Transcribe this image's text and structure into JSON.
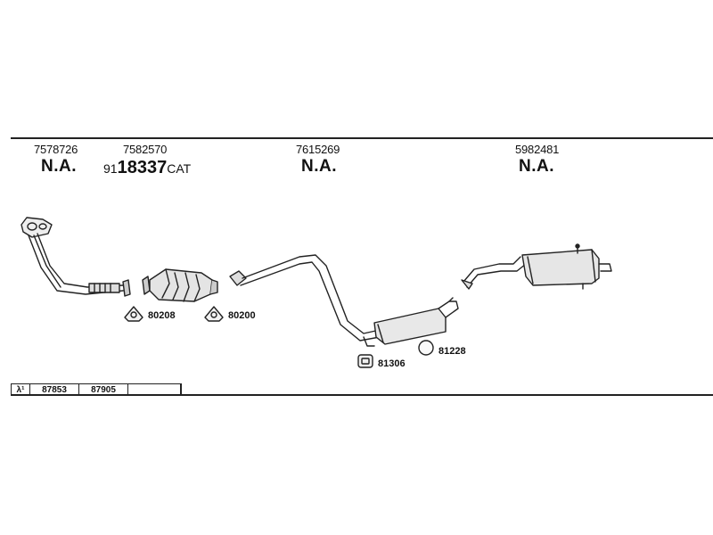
{
  "header": {
    "part_numbers": [
      "7578726",
      "7582570",
      "7615269",
      "5982481"
    ],
    "na_label": "N.A."
  },
  "catalytic": {
    "prefix": "91",
    "number": "18337",
    "suffix": "CAT"
  },
  "fittings": {
    "gasket_a": "80208",
    "gasket_b": "80200",
    "mount": "81306",
    "ring": "81228"
  },
  "lambda_table": {
    "symbol": "λ¹",
    "values": [
      "87853",
      "87905",
      ""
    ]
  }
}
